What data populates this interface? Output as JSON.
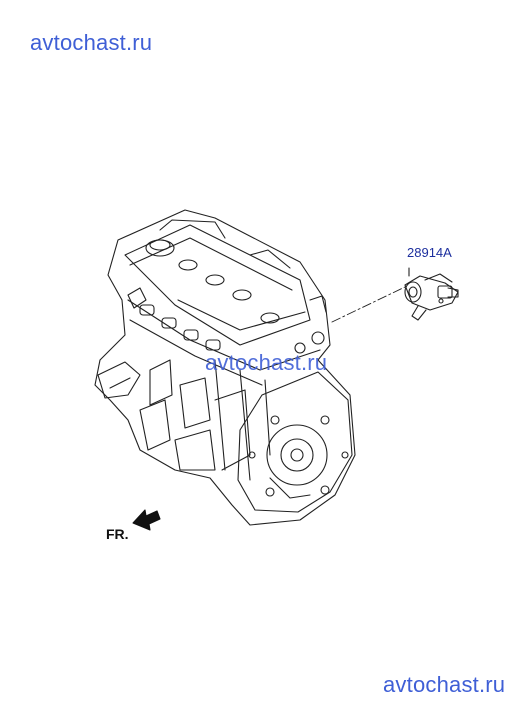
{
  "watermarks": [
    "avtochast.ru",
    "avtochast.ru",
    "avtochast.ru"
  ],
  "callouts": [
    {
      "part_number": "28914A"
    }
  ],
  "direction_label": "FR.",
  "colors": {
    "watermark": "#3f5fd6",
    "part_label": "#1d2f9e",
    "line_art": "#222222"
  }
}
